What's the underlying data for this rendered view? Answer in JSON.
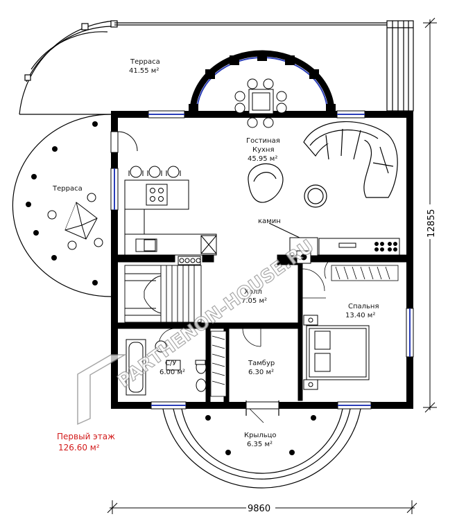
{
  "rooms": {
    "terrace_top": {
      "name": "Терраса",
      "area": "41.55 м²"
    },
    "terrace_left": {
      "name": "Терраса"
    },
    "living": {
      "name1": "Гостиная",
      "name2": "Кухня",
      "area": "45.95 м²"
    },
    "fireplace": {
      "name": "камин"
    },
    "hall": {
      "name": "Холл",
      "area": "7.05 м²"
    },
    "bedroom": {
      "name": "Спальня",
      "area": "13.40 м²"
    },
    "bath": {
      "name": "С/У",
      "area": "6.00 м²"
    },
    "vestibule": {
      "name": "Тамбур",
      "area": "6.30 м²"
    },
    "porch": {
      "name": "Крыльцо",
      "area": "6.35 м²"
    }
  },
  "floor": {
    "title": "Первый этаж",
    "area": "126.60 м²"
  },
  "dimensions": {
    "width": "9860",
    "height": "12855"
  },
  "watermark": "PARTHENON-HOUSE.RU",
  "colors": {
    "wall": "#000000",
    "window": "#2a3db8",
    "label_red": "#d21a1a"
  }
}
